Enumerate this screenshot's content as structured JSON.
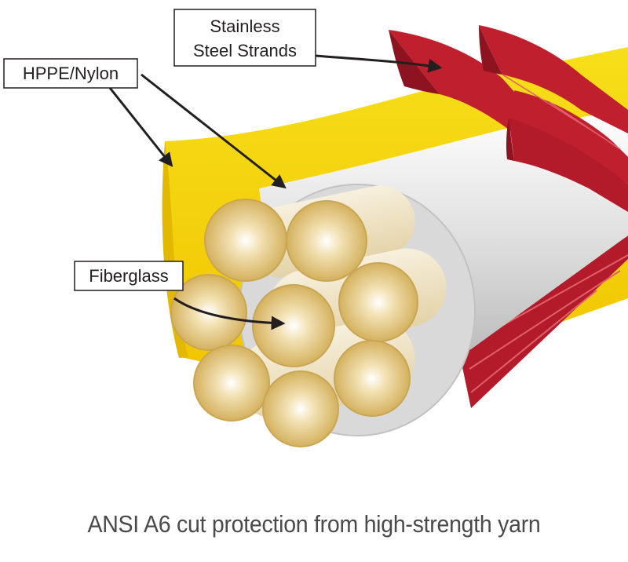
{
  "labels": {
    "stainless": [
      "Stainless",
      "Steel Strands"
    ],
    "hppe": "HPPE/Nylon",
    "fiberglass": "Fiberglass"
  },
  "caption": "ANSI A6 cut protection from high-strength yarn",
  "colors": {
    "yellow": "#f7e21a",
    "yellow_dark": "#e6c300",
    "red": "#c0202e",
    "red_dark": "#8e1320",
    "gray": "#d8d8d8",
    "fiber": "#d9b86a",
    "arrow": "#231f20"
  }
}
